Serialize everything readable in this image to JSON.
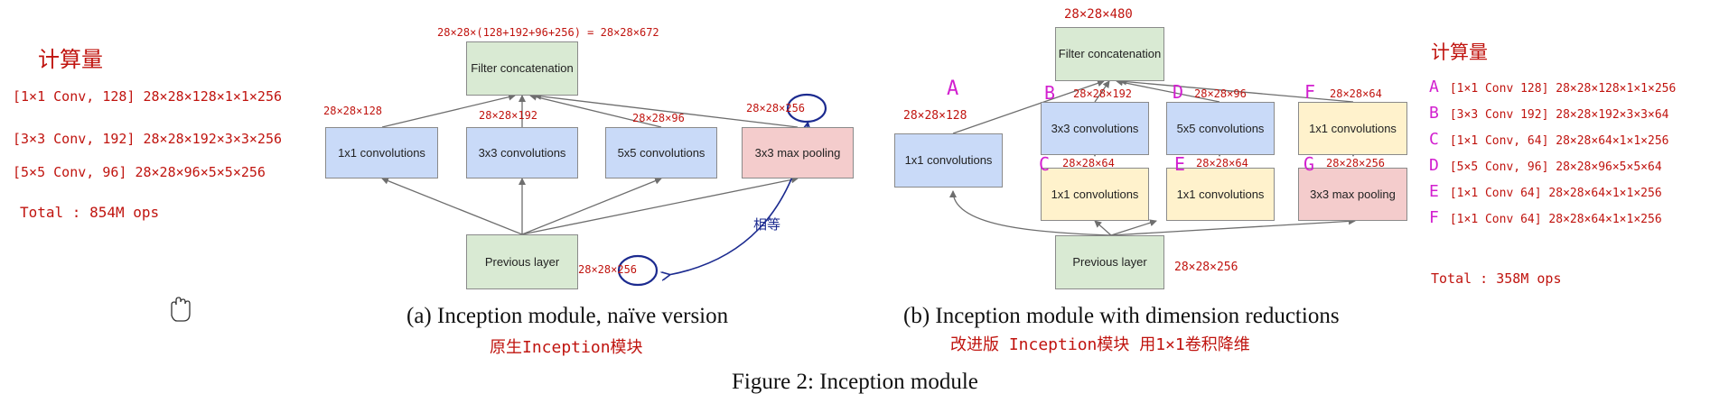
{
  "diagram_a": {
    "nodes": {
      "filter": "Filter concatenation",
      "conv1": "1x1 convolutions",
      "conv3": "3x3 convolutions",
      "conv5": "5x5 convolutions",
      "pool": "3x3 max pooling",
      "prev": "Previous layer"
    },
    "caption": "(a)  Inception module, naïve version"
  },
  "diagram_b": {
    "nodes": {
      "filter": "Filter concatenation",
      "conv1a": "1x1 convolutions",
      "conv3": "3x3 convolutions",
      "conv5": "5x5 convolutions",
      "conv1d": "1x1 convolutions",
      "conv1b": "1x1 convolutions",
      "conv1c": "1x1 convolutions",
      "pool": "3x3 max pooling",
      "prev": "Previous layer"
    },
    "caption": "(b)  Inception module with dimension reductions"
  },
  "figure_caption": "Figure 2: Inception module",
  "annotations": {
    "left_title": "计算量",
    "left_lines": [
      "[1×1 Conv, 128] 28×28×128×1×1×256",
      "[3×3 Conv, 192] 28×28×192×3×3×256",
      "[5×5 Conv, 96] 28×28×96×5×5×256"
    ],
    "left_total": "Total : 854M ops",
    "a_concat_dim": "28×28×(128+192+96+256) = 28×28×672",
    "a_dim_128": "28×28×128",
    "a_dim_192": "28×28×192",
    "a_dim_96": "28×28×96",
    "a_dim_256_top": "28×28×256",
    "a_dim_256_prev": "28×28×256",
    "equal_note": "相等",
    "a_note": "原生Inception模块",
    "b_concat_dim": "28×28×480",
    "b_dim_A": "28×28×128",
    "b_dim_B": "28×28×192",
    "b_dim_D": "28×28×96",
    "b_dim_F": "28×28×64",
    "b_dim_C": "28×28×64",
    "b_dim_E": "28×28×64",
    "b_dim_G": "28×28×256",
    "b_dim_prev": "28×28×256",
    "b_note": "改进版 Inception模块  用1×1卷积降维",
    "letters": {
      "A": "A",
      "B": "B",
      "C": "C",
      "D": "D",
      "E": "E",
      "F": "F",
      "G": "G"
    },
    "right_title": "计算量",
    "right_lines": [
      {
        "letter": "A",
        "text": "[1×1 Conv 128] 28×28×128×1×1×256"
      },
      {
        "letter": "B",
        "text": "[3×3 Conv 192] 28×28×192×3×3×64"
      },
      {
        "letter": "C",
        "text": "[1×1 Conv, 64] 28×28×64×1×1×256"
      },
      {
        "letter": "D",
        "text": "[5×5 Conv, 96] 28×28×96×5×5×64"
      },
      {
        "letter": "E",
        "text": "[1×1 Conv 64] 28×28×64×1×1×256"
      },
      {
        "letter": "F",
        "text": "[1×1 Conv 64] 28×28×64×1×1×256"
      }
    ],
    "right_total": "Total : 358M ops"
  },
  "colors": {
    "blue_box": "#c9daf8",
    "green_box": "#d9ead3",
    "red_box": "#f4cccc",
    "yellow_box": "#fff2cc",
    "annotation_red": "#c0140f",
    "annotation_pink": "#d21fcf",
    "annotation_navy": "#1b2a8f"
  },
  "icons": [
    "hand-cursor-icon"
  ]
}
